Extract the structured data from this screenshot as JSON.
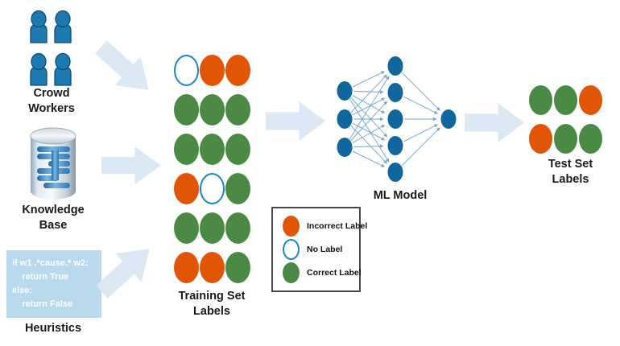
{
  "colors": {
    "incorrect": "#E05506",
    "correct": "#4A8A44",
    "no_label_ring": "#1A85C8",
    "node_blue": "#0F679E",
    "nn_line": "#6FA4D4",
    "arrow": "#DCE9F5",
    "heuristics_bg": "#B9D9EC",
    "person_blue": "#1E79B1"
  },
  "sources": {
    "crowd_workers": {
      "label": "Crowd Workers"
    },
    "knowledge_base": {
      "label": "Knowledge Base"
    },
    "heuristics": {
      "label": "Heuristics",
      "code": "if w1 .*cause.* w2:\n    return True\nelse:\n    return False"
    }
  },
  "training_set": {
    "label": "Training Set Labels",
    "grid": [
      [
        "none",
        "incorrect",
        "incorrect"
      ],
      [
        "correct",
        "correct",
        "correct"
      ],
      [
        "correct",
        "correct",
        "correct"
      ],
      [
        "incorrect",
        "none",
        "correct"
      ],
      [
        "correct",
        "correct",
        "correct"
      ],
      [
        "incorrect",
        "incorrect",
        "correct"
      ]
    ]
  },
  "legend": {
    "items": [
      {
        "type": "incorrect",
        "label": "Incorrect Label"
      },
      {
        "type": "none",
        "label": "No Label"
      },
      {
        "type": "correct",
        "label": "Correct Label"
      }
    ]
  },
  "ml_model": {
    "label": "ML Model",
    "layers": [
      3,
      5,
      1
    ]
  },
  "test_set": {
    "label": "Test Set Labels",
    "grid": [
      [
        "correct",
        "correct",
        "incorrect"
      ],
      [
        "incorrect",
        "correct",
        "correct"
      ]
    ]
  }
}
